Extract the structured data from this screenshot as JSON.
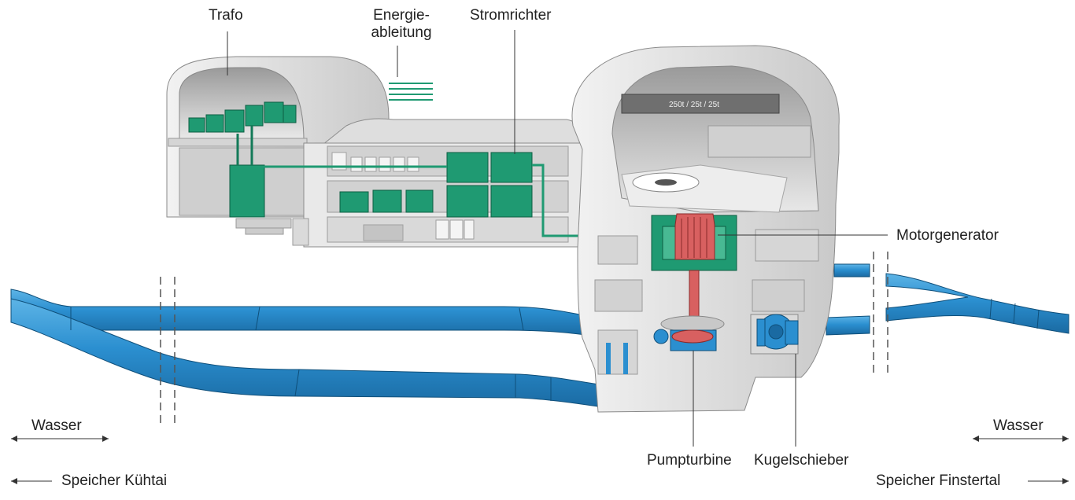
{
  "labels": {
    "trafo": "Trafo",
    "energieableitung_1": "Energie-",
    "energieableitung_2": "ableitung",
    "stromrichter": "Stromrichter",
    "motorgenerator": "Motorgenerator",
    "pumpturbine": "Pumpturbine",
    "kugelschieber": "Kugelschieber",
    "wasser_left": "Wasser",
    "wasser_right": "Wasser",
    "speicher_left": "Speicher Kühtai",
    "speicher_right": "Speicher Finstertal",
    "crane": "250t / 25t / 25t"
  },
  "colors": {
    "water": "#2b8fd0",
    "water_dark": "#1d6fa8",
    "electrical": "#1f9a72",
    "electrical_dark": "#137a58",
    "rotor": "#d86060",
    "concrete": "#e4e4e4",
    "concrete_dark": "#bdbdbd",
    "text": "#222222"
  },
  "icons": {
    "arrow_left": "arrow-left-icon",
    "arrow_right": "arrow-right-icon",
    "arrow_both": "double-arrow-icon"
  }
}
